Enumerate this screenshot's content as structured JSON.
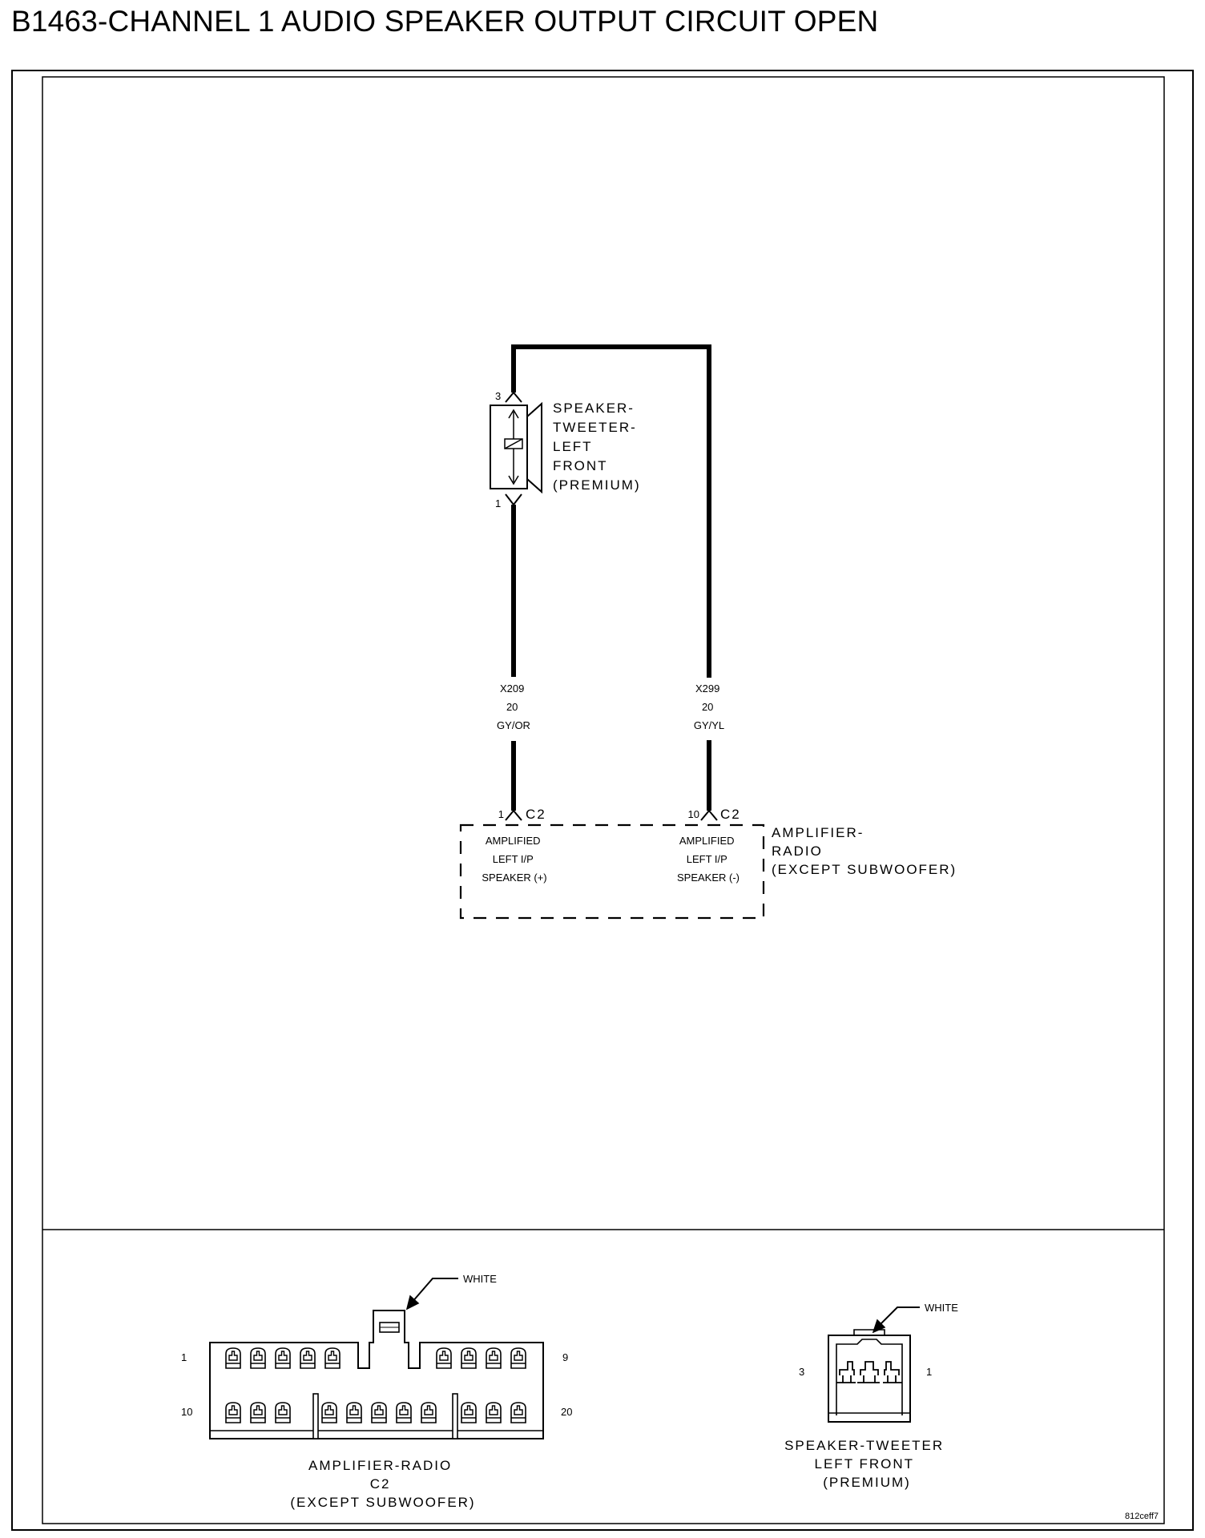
{
  "title": "B1463-CHANNEL 1 AUDIO SPEAKER OUTPUT CIRCUIT OPEN",
  "tweeter": {
    "name_lines": [
      "SPEAKER-",
      "TWEETER-",
      "LEFT",
      "FRONT",
      "(PREMIUM)"
    ],
    "pin_top": "3",
    "pin_bottom": "1"
  },
  "wires": [
    {
      "circuit": "X209",
      "gauge": "20",
      "color": "GY/OR"
    },
    {
      "circuit": "X299",
      "gauge": "20",
      "color": "GY/YL"
    }
  ],
  "amplifier": {
    "name_lines": [
      "AMPLIFIER-",
      "RADIO",
      "(EXCEPT SUBWOOFER)"
    ],
    "pin1": {
      "number": "1",
      "connector": "C2",
      "label_lines": [
        "AMPLIFIED",
        "LEFT I/P",
        "SPEAKER (+)"
      ]
    },
    "pin10": {
      "number": "10",
      "connector": "C2",
      "label_lines": [
        "AMPLIFIED",
        "LEFT I/P",
        "SPEAKER (-)"
      ]
    }
  },
  "connector_amp": {
    "color_callout": "WHITE",
    "pin_labels": {
      "top_left": "1",
      "top_right": "9",
      "bottom_left": "10",
      "bottom_right": "20"
    },
    "name_lines": [
      "AMPLIFIER-RADIO",
      "C2",
      "(EXCEPT SUBWOOFER)"
    ]
  },
  "connector_tweeter": {
    "color_callout": "WHITE",
    "pin_labels": {
      "left": "3",
      "right": "1"
    },
    "name_lines": [
      "SPEAKER-TWEETER",
      "LEFT FRONT",
      "(PREMIUM)"
    ]
  },
  "figure_id": "812ceff7"
}
